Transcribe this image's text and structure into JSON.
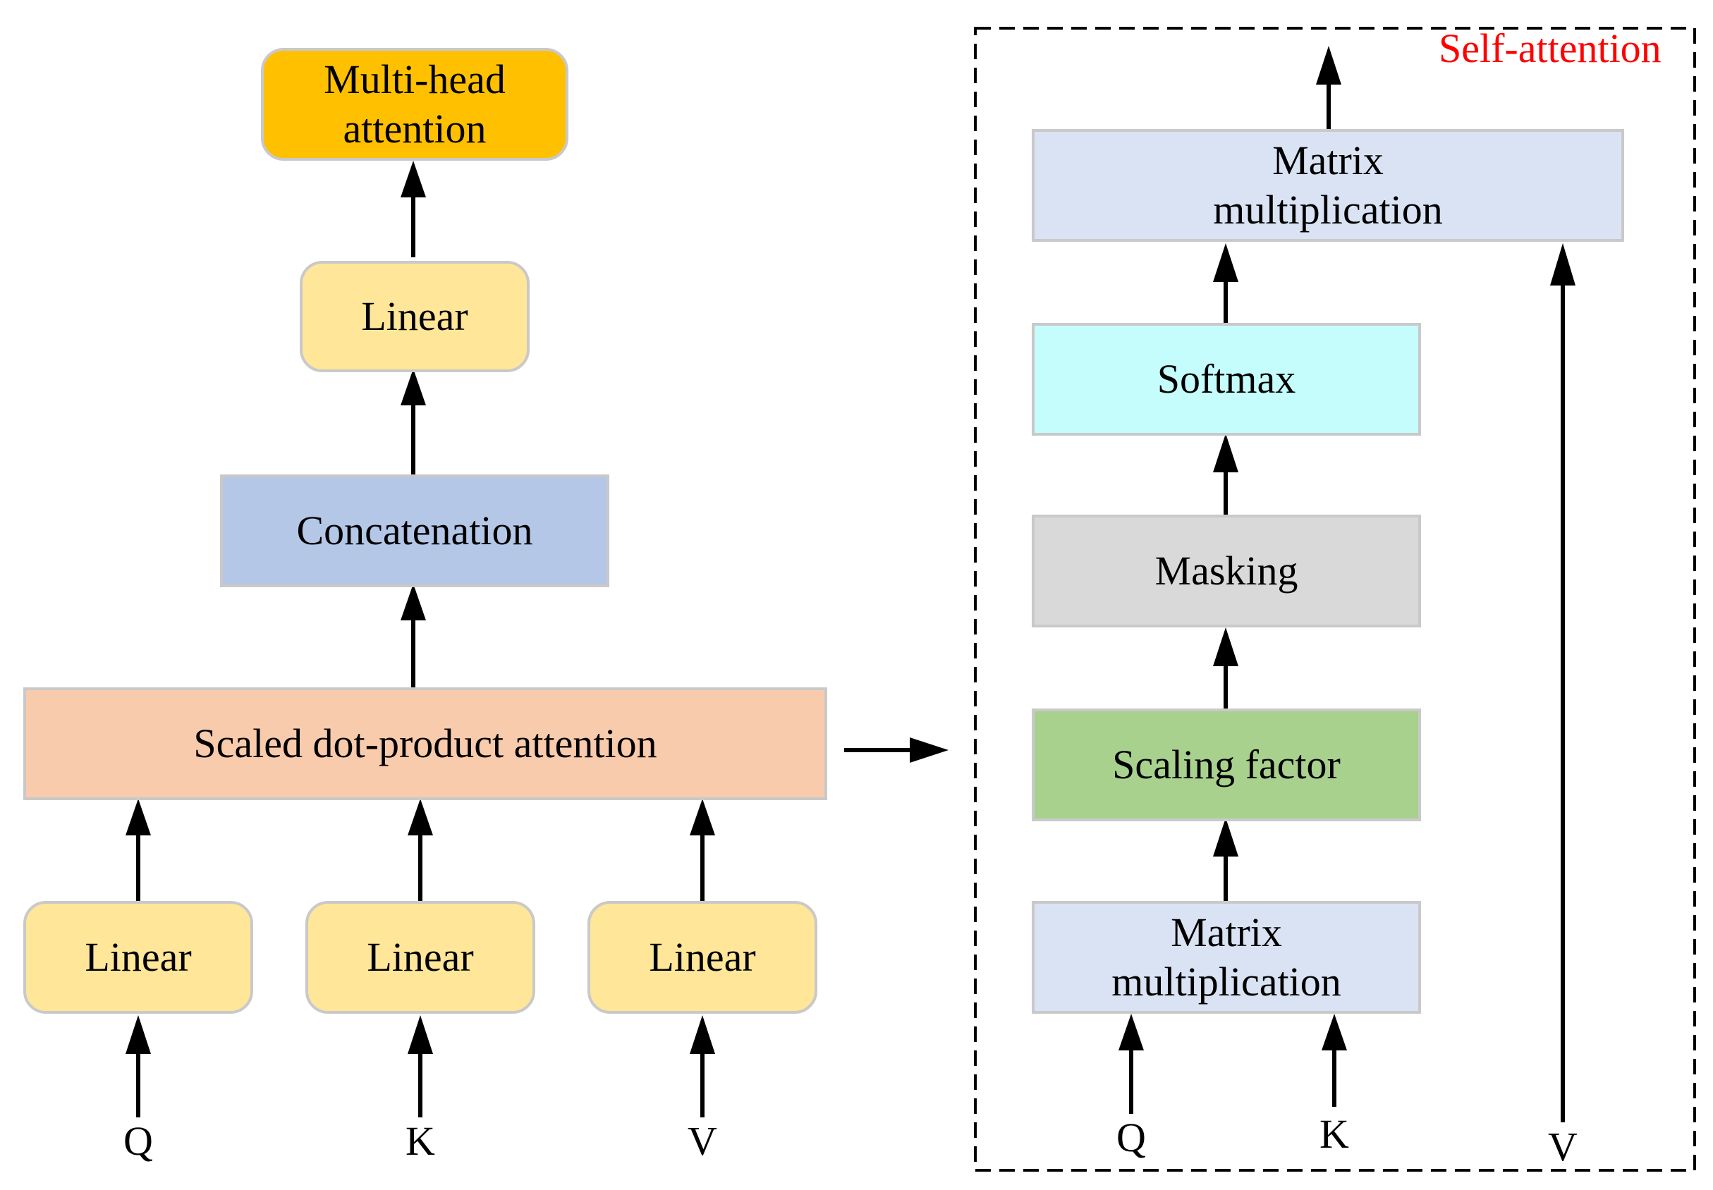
{
  "left": {
    "multihead": {
      "line1": "Multi-head",
      "line2": "attention",
      "color": "#ffc000"
    },
    "linear_top": {
      "label": "Linear",
      "color": "#ffe699"
    },
    "concatenation": {
      "label": "Concatenation",
      "color": "#b4c7e7"
    },
    "scaled": {
      "label": "Scaled dot-product attention",
      "color": "#f8cbad"
    },
    "linears": [
      "Linear",
      "Linear",
      "Linear"
    ],
    "inputs": [
      "Q",
      "K",
      "V"
    ]
  },
  "right": {
    "title": "Self-attention",
    "matmul_top": {
      "line1": "Matrix",
      "line2": "multiplication",
      "color": "#dae3f3"
    },
    "softmax": {
      "label": "Softmax",
      "color": "#c5fdfd"
    },
    "masking": {
      "label": "Masking",
      "color": "#d9d9d9"
    },
    "scaling": {
      "label": "Scaling factor",
      "color": "#a9d18e"
    },
    "matmul_bottom": {
      "line1": "Matrix",
      "line2": "multiplication",
      "color": "#dae3f3"
    },
    "inputs": [
      "Q",
      "K",
      "V"
    ]
  }
}
